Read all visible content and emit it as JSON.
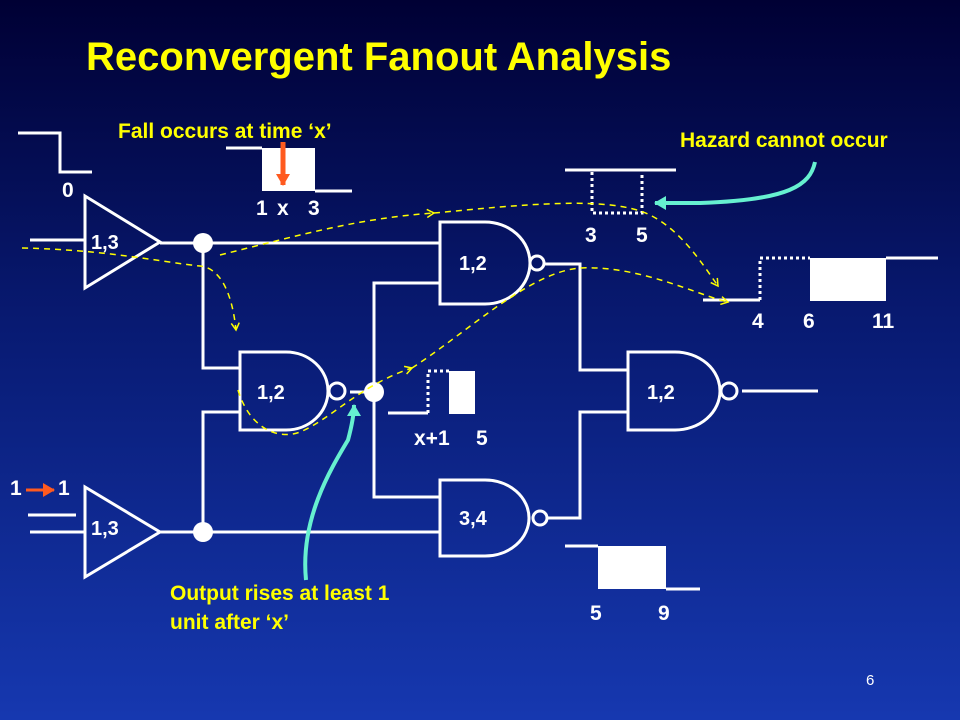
{
  "title": "Reconvergent Fanout Analysis",
  "callouts": {
    "fall": "Fall occurs at time ‘x’",
    "hazard": "Hazard cannot occur",
    "output_line1": "Output rises at least 1",
    "output_line2": "unit after ‘x’"
  },
  "inputs": {
    "top_value": "0",
    "bottom_from": "1",
    "bottom_to": "1"
  },
  "gates": {
    "buffer_top": "1,3",
    "buffer_bottom": "1,3",
    "nand_top": "1,2",
    "nand_middle": "1,2",
    "nand_right": "1,2",
    "nand_bottom": "3,4"
  },
  "waveforms": {
    "fall": [
      "1",
      "x",
      "3"
    ],
    "hazard": [
      "3",
      "5"
    ],
    "output_right": [
      "4",
      "6",
      "11"
    ],
    "middle": [
      "x+1",
      "5"
    ],
    "bottom": [
      "5",
      "9"
    ]
  },
  "colors": {
    "title": "#ffff00",
    "arrow_orange": "#ff5a1f",
    "arrow_cyan": "#66f0d0",
    "dashed_path": "#ffff00",
    "wire": "#ffffff"
  },
  "page_number": "6"
}
